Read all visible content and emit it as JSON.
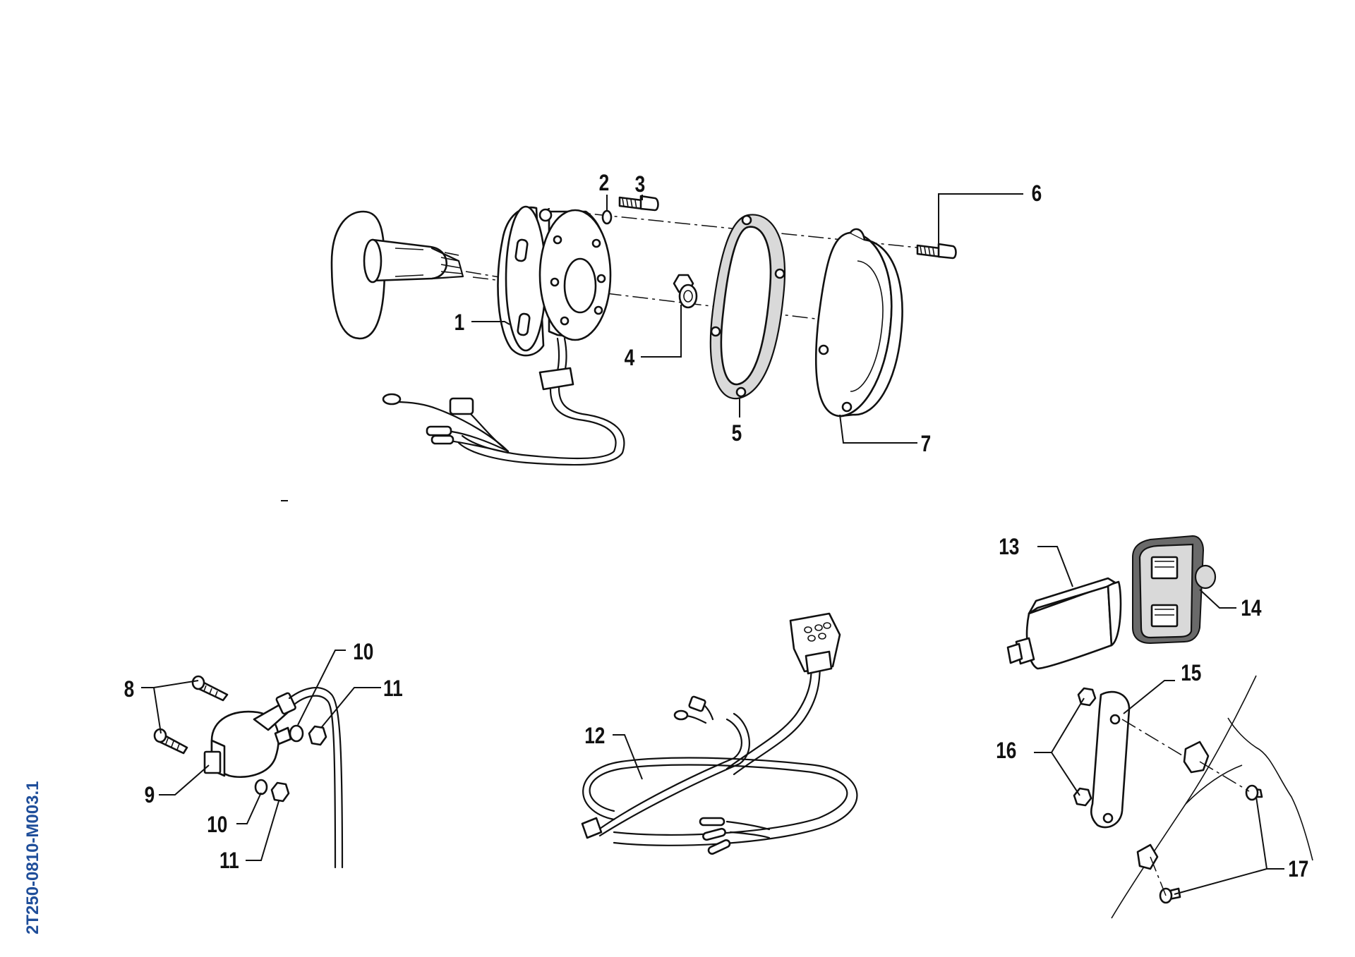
{
  "drawing_code": "2T250-0810-M003.1",
  "colors": {
    "code_blue": "#1f4e9a",
    "ink": "#111111"
  },
  "labels": {
    "p1": "1",
    "p2": "2",
    "p3": "3",
    "p4": "4",
    "p5": "5",
    "p6": "6",
    "p7": "7",
    "p8": "8",
    "p9": "9",
    "p10a": "10",
    "p10b": "10",
    "p11a": "11",
    "p11b": "11",
    "p12": "12",
    "p13": "13",
    "p14": "14",
    "p15": "15",
    "p16": "16",
    "p17": "17"
  }
}
